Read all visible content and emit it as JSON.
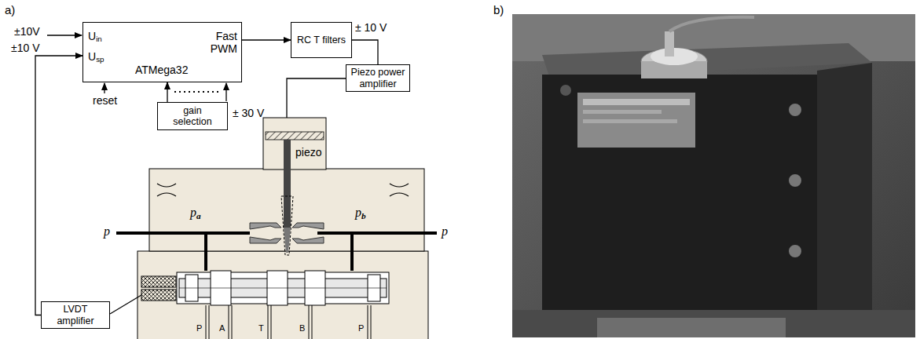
{
  "diagram": {
    "nodes": [
      {
        "text": [
          "Uin",
          "Usp",
          "Fast PWM",
          "ATMega32"
        ]
      },
      {
        "text": [
          "RC T filters"
        ]
      },
      {
        "text": [
          "Piezo power amplifier"
        ]
      },
      {
        "text": [
          "gain selection"
        ]
      },
      {
        "text": [
          "LVDT amplifier"
        ]
      }
    ],
    "edges": [
      {
        "from": 0,
        "to": 1,
        "arrow": "to"
      },
      {
        "from": 1,
        "to": 2,
        "arrow": "none"
      },
      {
        "from": 3,
        "to": 0,
        "arrow": "to"
      },
      {
        "from": 4,
        "to": 0,
        "arrow": "to"
      }
    ],
    "labels": [
      "a)",
      "b)",
      "±10V",
      "±10 V",
      "reset",
      "± 10 V",
      "± 30 V",
      "piezo",
      "pa",
      "pb",
      "p",
      "p",
      "P",
      "A",
      "T",
      "B",
      "P"
    ]
  }
}
